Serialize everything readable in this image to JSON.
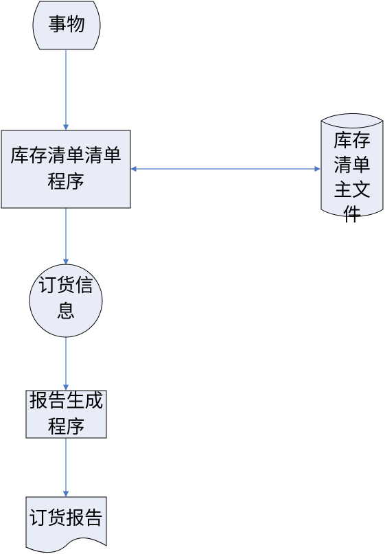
{
  "colors": {
    "node_fill": "#e8ecf7",
    "node_stroke": "#000000",
    "edge": "#4a78c2",
    "background": "#ffffff"
  },
  "nodes": {
    "event": {
      "label": "事物",
      "shape": "terminator-hexagon"
    },
    "inventory_program": {
      "label": "库存清单清单程序",
      "shape": "process"
    },
    "master_file": {
      "label": "库存清单主文件",
      "shape": "stored-data"
    },
    "order_info": {
      "label": "订货信息",
      "shape": "circle"
    },
    "report_program": {
      "label": "报告生成程序",
      "shape": "process"
    },
    "order_report": {
      "label": "订货报告",
      "shape": "document"
    }
  },
  "edges": [
    {
      "from": "事物",
      "to": "库存清单清单程序",
      "direction": "forward"
    },
    {
      "from": "库存清单清单程序",
      "to": "库存清单主文件",
      "direction": "both"
    },
    {
      "from": "库存清单清单程序",
      "to": "订货信息",
      "direction": "forward"
    },
    {
      "from": "订货信息",
      "to": "报告生成程序",
      "direction": "forward"
    },
    {
      "from": "报告生成程序",
      "to": "订货报告",
      "direction": "forward"
    }
  ]
}
